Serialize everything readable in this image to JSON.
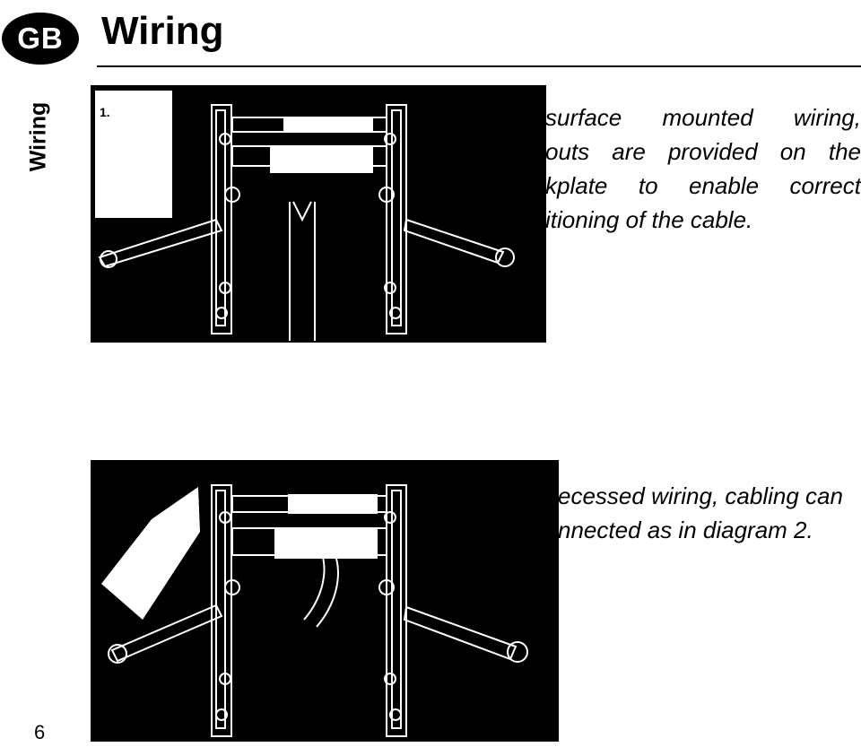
{
  "header": {
    "badge": "GB",
    "title": "Wiring",
    "side_tab": "Wiring"
  },
  "figure1": {
    "number": "1.",
    "description_lines": [
      "surface mounted wiring,",
      "outs are provided on the",
      "kplate to enable correct",
      "itioning of the cable."
    ]
  },
  "figure2": {
    "description_lines": [
      "ecessed wiring, cabling can",
      "nnected as in diagram 2."
    ]
  },
  "footer": {
    "page_number": "6"
  }
}
